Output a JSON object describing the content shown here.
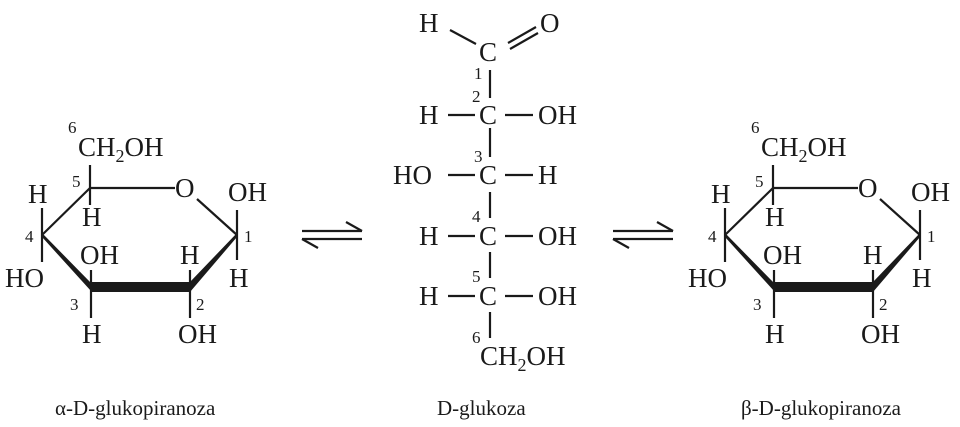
{
  "diagram": {
    "type": "chemical-equilibrium",
    "description": "Mutarotation of D-glucose between pyranose anomers and open-chain form",
    "arrow": "equilibrium-harpoons",
    "structures": [
      {
        "id": "alpha",
        "caption": "α-D-glukopiranoza",
        "projection": "Haworth",
        "ring_oxygen": "O",
        "c6_group_main": "CH",
        "c6_sub": "2",
        "c6_group_tail": "OH",
        "carbons": [
          {
            "num": "1",
            "up": "OH",
            "down": "H"
          },
          {
            "num": "2",
            "up": "H",
            "down": "OH"
          },
          {
            "num": "3",
            "up": "OH",
            "down": "H"
          },
          {
            "num": "4",
            "up": "H",
            "down": "HO"
          },
          {
            "num": "5",
            "up": "6",
            "down": "H"
          },
          {
            "num": "6"
          }
        ]
      },
      {
        "id": "open",
        "caption": "D-glukoza",
        "projection": "Fischer",
        "aldehyde": {
          "left": "H",
          "carbon": "C",
          "right": "O"
        },
        "rows": [
          {
            "num": "1",
            "left": "",
            "carbon": "C",
            "right": ""
          },
          {
            "num": "2",
            "left": "H",
            "carbon": "C",
            "right": "OH"
          },
          {
            "num": "3",
            "left": "HO",
            "carbon": "C",
            "right": "H"
          },
          {
            "num": "4",
            "left": "H",
            "carbon": "C",
            "right": "OH"
          },
          {
            "num": "5",
            "left": "H",
            "carbon": "C",
            "right": "OH"
          }
        ],
        "c6": {
          "num": "6",
          "main": "CH",
          "sub": "2",
          "tail": "OH"
        }
      },
      {
        "id": "beta",
        "caption": "β-D-glukopiranoza",
        "projection": "Haworth",
        "ring_oxygen": "O",
        "c6_group_main": "CH",
        "c6_sub": "2",
        "c6_group_tail": "OH",
        "carbons": [
          {
            "num": "1",
            "up": "OH",
            "down": "H"
          },
          {
            "num": "2",
            "up": "H",
            "down": "OH"
          },
          {
            "num": "3",
            "up": "OH",
            "down": "H"
          },
          {
            "num": "4",
            "up": "H",
            "down": "HO"
          },
          {
            "num": "5",
            "up": "6",
            "down": "H"
          },
          {
            "num": "6"
          }
        ]
      }
    ]
  }
}
